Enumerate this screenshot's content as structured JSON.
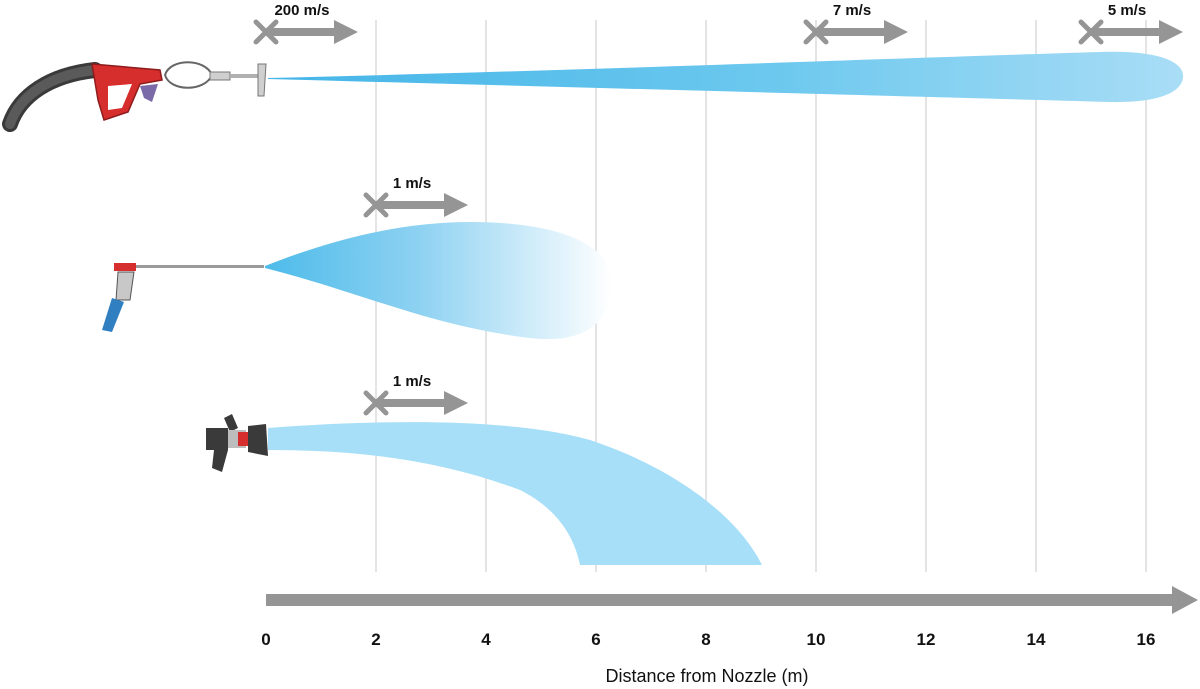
{
  "axis": {
    "title": "Distance from Nozzle (m)",
    "ticks": [
      "0",
      "2",
      "4",
      "6",
      "8",
      "10",
      "12",
      "14",
      "16"
    ],
    "min": 0,
    "max": 16
  },
  "sprays": [
    {
      "tool": "high-pressure-lance",
      "reach_m": 16.5,
      "markers": [
        {
          "label": "200 m/s",
          "distance_m": 0
        },
        {
          "label": "7 m/s",
          "distance_m": 10
        },
        {
          "label": "5 m/s",
          "distance_m": 15
        }
      ]
    },
    {
      "tool": "spray-wand",
      "reach_m": 6.2,
      "markers": [
        {
          "label": "1 m/s",
          "distance_m": 2
        }
      ]
    },
    {
      "tool": "fire-hose-nozzle",
      "reach_m": 9,
      "markers": [
        {
          "label": "1 m/s",
          "distance_m": 2
        }
      ]
    }
  ],
  "colors": {
    "jet": "#5bbfea",
    "jet_light": "#a6dcf6",
    "arrow": "#959595",
    "grid": "#c8c8c8",
    "text": "#111111"
  }
}
